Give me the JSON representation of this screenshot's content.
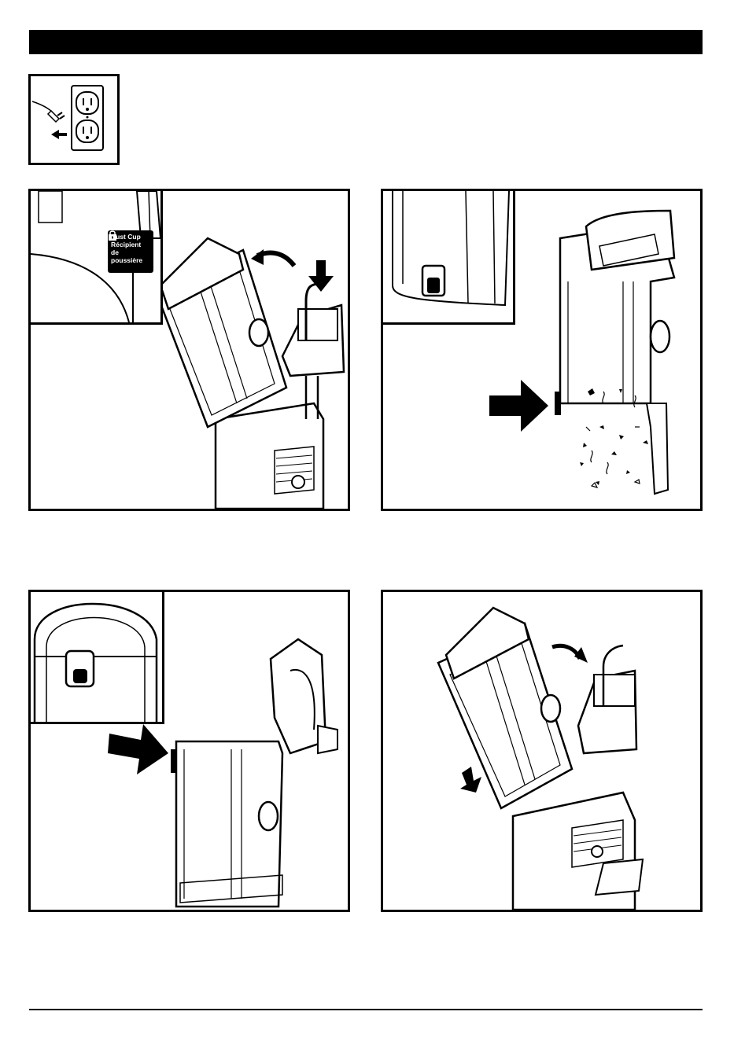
{
  "dust_cup_label": {
    "line1": "Dust Cup",
    "line2": "Récipient de",
    "line3": "poussière"
  },
  "icons": {
    "unplug": "unplug-outlet-icon",
    "lock": "lock-icon",
    "push_arrow": "push-arrow-icon",
    "curved_arrow": "curved-arrow-icon",
    "down_arrow": "down-arrow-icon"
  },
  "colors": {
    "ink": "#000000",
    "paper": "#ffffff"
  }
}
